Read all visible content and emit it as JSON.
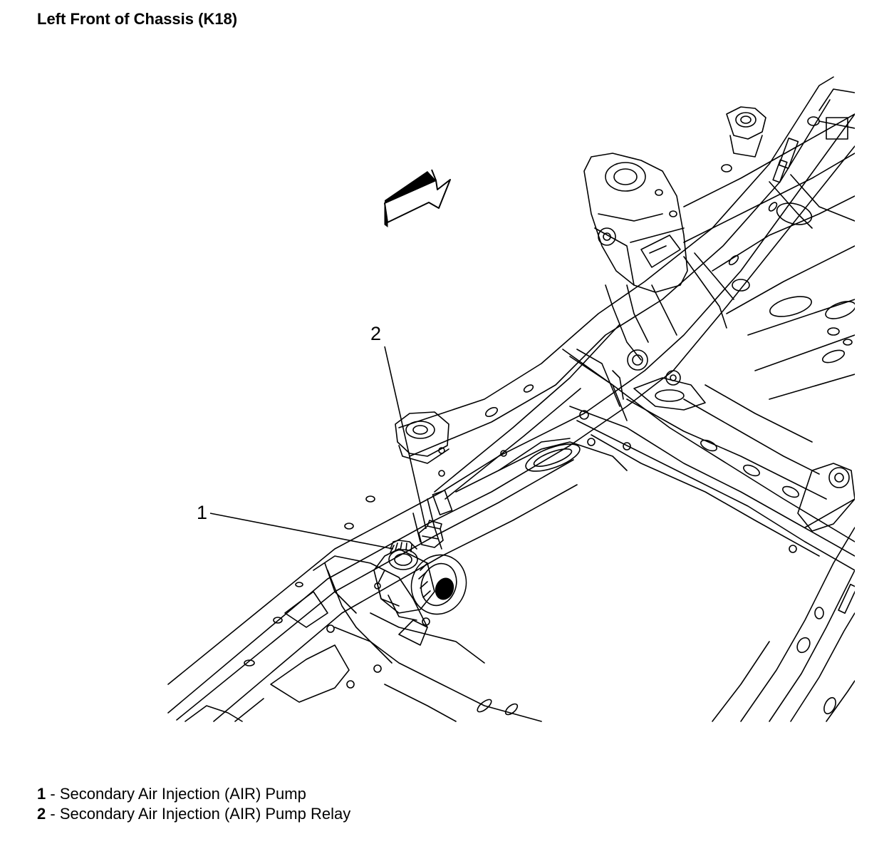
{
  "title": "Left Front of Chassis (K18)",
  "callouts": [
    {
      "number": "1",
      "target": "air-pump"
    },
    {
      "number": "2",
      "target": "air-pump-relay"
    }
  ],
  "legend": [
    {
      "number": "1",
      "sep": " - ",
      "text": "Secondary Air Injection (AIR) Pump"
    },
    {
      "number": "2",
      "sep": " - ",
      "text": "Secondary Air Injection (AIR) Pump Relay"
    }
  ],
  "icons": {
    "direction": "forward-arrow-icon"
  },
  "colors": {
    "ink": "#000000",
    "background": "#ffffff"
  }
}
